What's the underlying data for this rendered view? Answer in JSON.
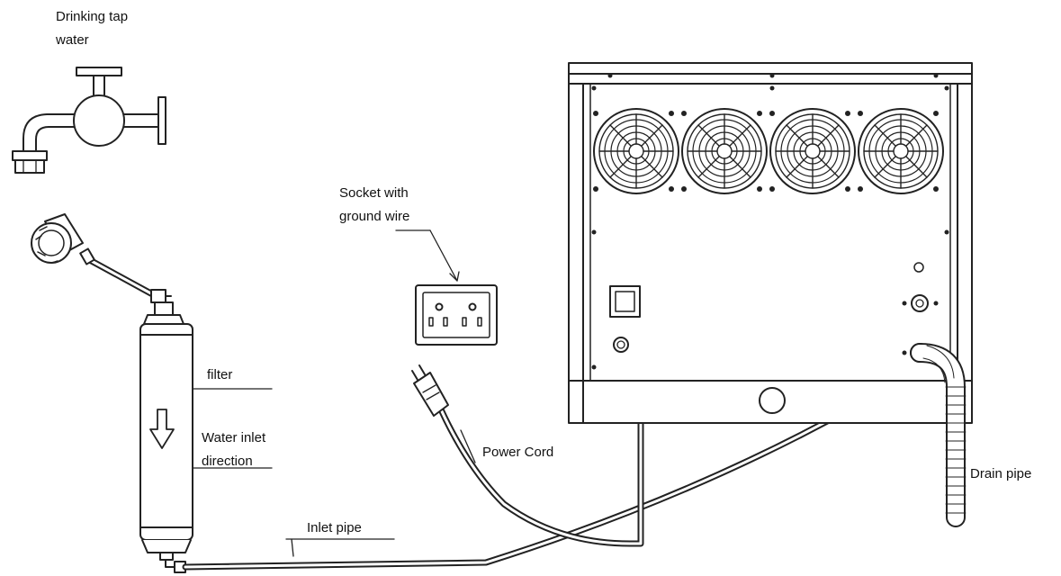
{
  "labels": {
    "tap_line1": "Drinking tap",
    "tap_line2": "water",
    "socket_line1": "Socket with",
    "socket_line2": "ground wire",
    "filter": "filter",
    "direction_line1": "Water inlet",
    "direction_line2": "direction",
    "power_cord": "Power Cord",
    "inlet_pipe": "Inlet pipe",
    "drain_pipe": "Drain pipe"
  },
  "fan_count": 4
}
